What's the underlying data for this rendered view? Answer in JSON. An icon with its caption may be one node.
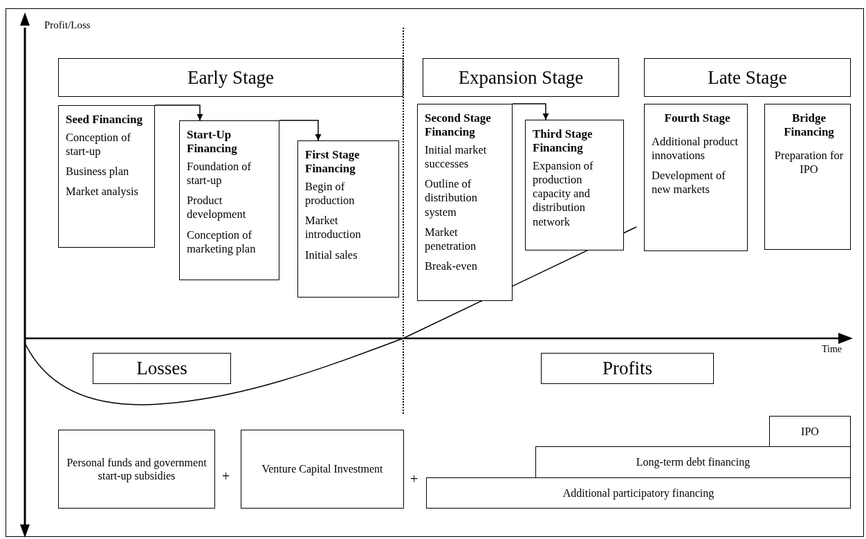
{
  "diagram": {
    "nodes": [
      {
        "text": [
          "Early Stage"
        ]
      },
      {
        "text": [
          "Expansion Stage"
        ]
      },
      {
        "text": [
          "Late Stage"
        ]
      },
      {
        "text": [
          "Seed Financing",
          "Conception of start-up",
          "Business plan",
          "Market analysis"
        ]
      },
      {
        "text": [
          "Start-Up Financing",
          "Foundation of start-up",
          "Product development",
          "Conception of marketing plan"
        ]
      },
      {
        "text": [
          "First Stage Financing",
          "Begin of production",
          "Market introduction",
          "Initial sales"
        ]
      },
      {
        "text": [
          "Second Stage Financing",
          "Initial market successes",
          "Outline of distribution system",
          "Market penetration",
          "Break-even"
        ]
      },
      {
        "text": [
          "Third Stage Financing",
          "Expansion of production capacity and distribution network"
        ]
      },
      {
        "text": [
          "Fourth Stage",
          "Additional product innovations",
          "Development of new markets"
        ]
      },
      {
        "text": [
          "Bridge Financing",
          "Preparation for IPO"
        ]
      },
      {
        "text": [
          "Losses"
        ]
      },
      {
        "text": [
          "Profits"
        ]
      },
      {
        "text": [
          "Personal funds and government start-up subsidies"
        ]
      },
      {
        "text": [
          "Venture Capital Investment"
        ]
      },
      {
        "text": [
          "Additional  participatory financing"
        ]
      },
      {
        "text": [
          "Long-term debt financing"
        ]
      },
      {
        "text": [
          "IPO"
        ]
      }
    ],
    "edges": [
      {
        "from": 3,
        "to": 4,
        "arrow": "to"
      },
      {
        "from": 4,
        "to": 5,
        "arrow": "to"
      },
      {
        "from": 6,
        "to": 7,
        "arrow": "to"
      }
    ],
    "labels": [
      "Profit/Loss",
      "Time",
      "+",
      "+"
    ]
  }
}
